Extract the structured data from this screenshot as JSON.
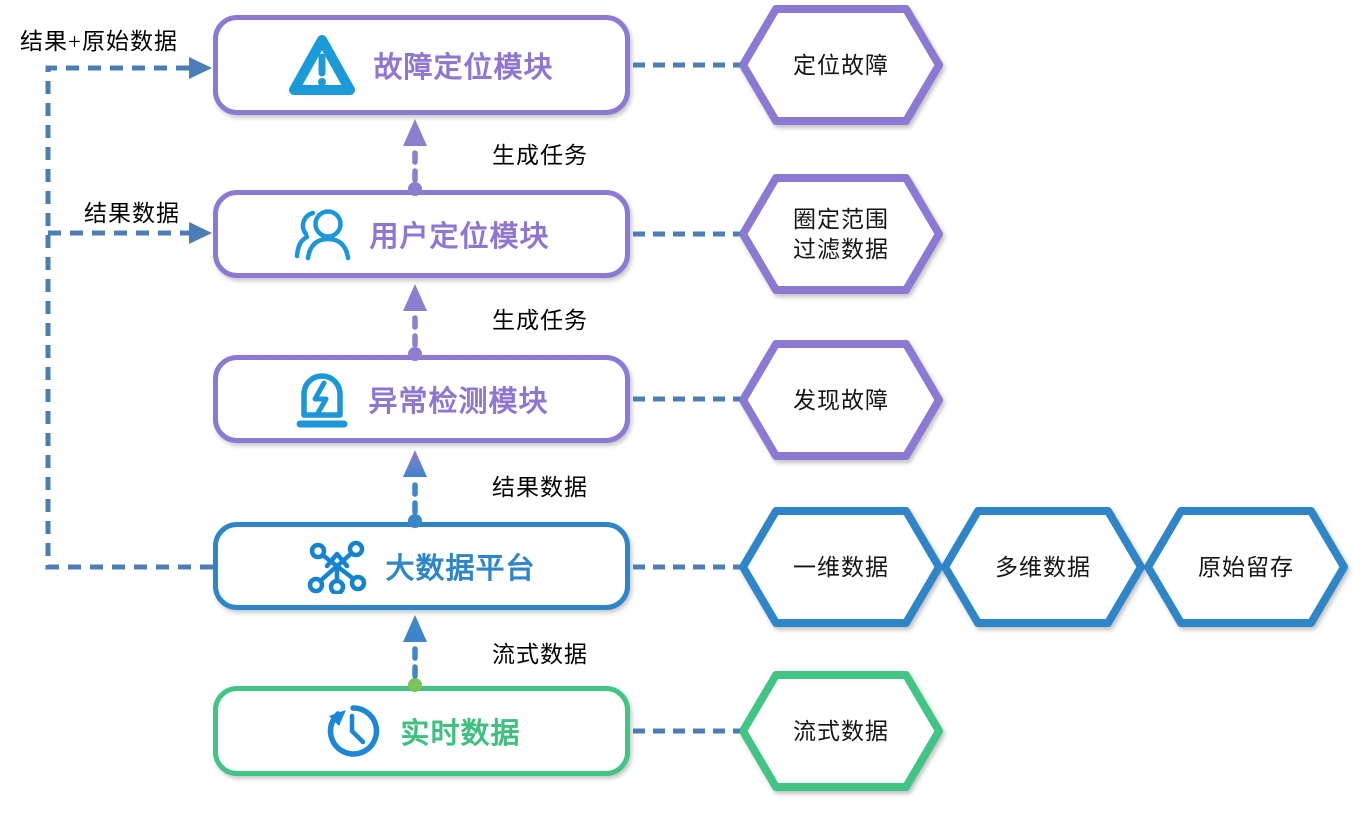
{
  "diagram": {
    "modules": [
      {
        "label": "故障定位模块",
        "icon": "warning-triangle-icon",
        "border_color": "#8b79d3",
        "text_color": "#8f76d3"
      },
      {
        "label": "用户定位模块",
        "icon": "users-icon",
        "border_color": "#8b79d3",
        "text_color": "#8f76d3"
      },
      {
        "label": "异常检测模块",
        "icon": "alarm-icon",
        "border_color": "#8b79d3",
        "text_color": "#8f76d3"
      },
      {
        "label": "大数据平台",
        "icon": "network-icon",
        "border_color": "#2e86c8",
        "text_color": "#2e86c8"
      },
      {
        "label": "实时数据",
        "icon": "history-clock-icon",
        "border_color": "#41c584",
        "text_color": "#3ec07f"
      }
    ],
    "hexagons": [
      {
        "line1": "定位故障",
        "color": "#8b79d3"
      },
      {
        "line1": "圈定范围",
        "line2": "过滤数据",
        "color": "#8b79d3"
      },
      {
        "line1": "发现故障",
        "color": "#8b79d3"
      },
      {
        "line1": "一维数据",
        "color": "#2e86c8"
      },
      {
        "line1": "多维数据",
        "color": "#2e86c8"
      },
      {
        "line1": "原始留存",
        "color": "#2e86c8"
      },
      {
        "line1": "流式数据",
        "color": "#41c584"
      }
    ],
    "edge_labels": {
      "results_plus_raw": "结果+原始数据",
      "results_data_left": "结果数据",
      "generate_task_top": "生成任务",
      "generate_task_mid": "生成任务",
      "results_data": "结果数据",
      "streaming_data": "流式数据"
    },
    "palette": {
      "purple": "#8b79d3",
      "blue": "#2e86c8",
      "green": "#41c584",
      "icon_blue": "#1b96d9",
      "connector_steel_blue": "#4b7db6",
      "arrow_purple": "#8d7ed0",
      "arrow_blue": "#3f85c9",
      "dot_green": "#7cc35b",
      "hex_text_color": "#151515",
      "edge_label_color": "#000000"
    }
  }
}
